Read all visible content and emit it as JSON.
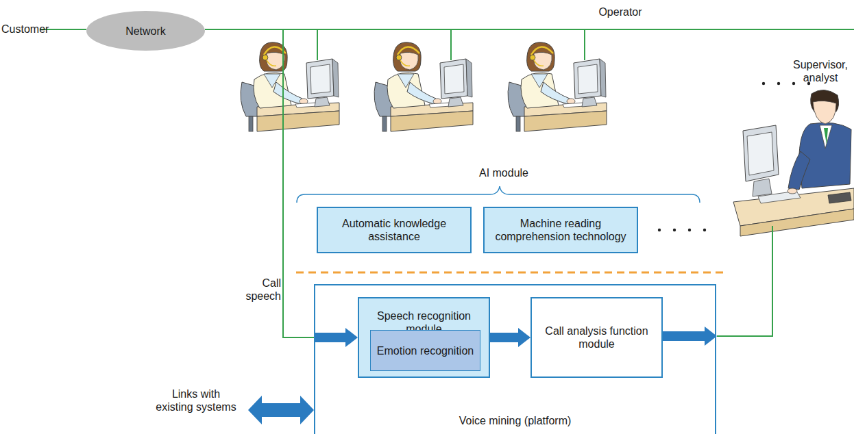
{
  "diagram": {
    "nodes": [
      {
        "text": [
          "Network"
        ]
      },
      {
        "text": [
          "Automatic knowledge assistance"
        ]
      },
      {
        "text": [
          "Machine reading comprehension technology"
        ]
      },
      {
        "text": [
          "Voice mining (platform)"
        ]
      },
      {
        "text": [
          "Speech recognition module"
        ],
        "in": 3
      },
      {
        "text": [
          "Emotion recognition"
        ],
        "in": 4
      },
      {
        "text": [
          "Call analysis function module"
        ],
        "in": 3
      }
    ],
    "edges": [
      {
        "from": 0,
        "to": 4,
        "arrow": "to"
      },
      {
        "from": 4,
        "to": 6,
        "arrow": "to"
      }
    ],
    "labels": [
      "Customer",
      "Operator",
      "Supervisor, analyst",
      "AI module",
      "Call speech",
      "Links with existing systems"
    ]
  }
}
